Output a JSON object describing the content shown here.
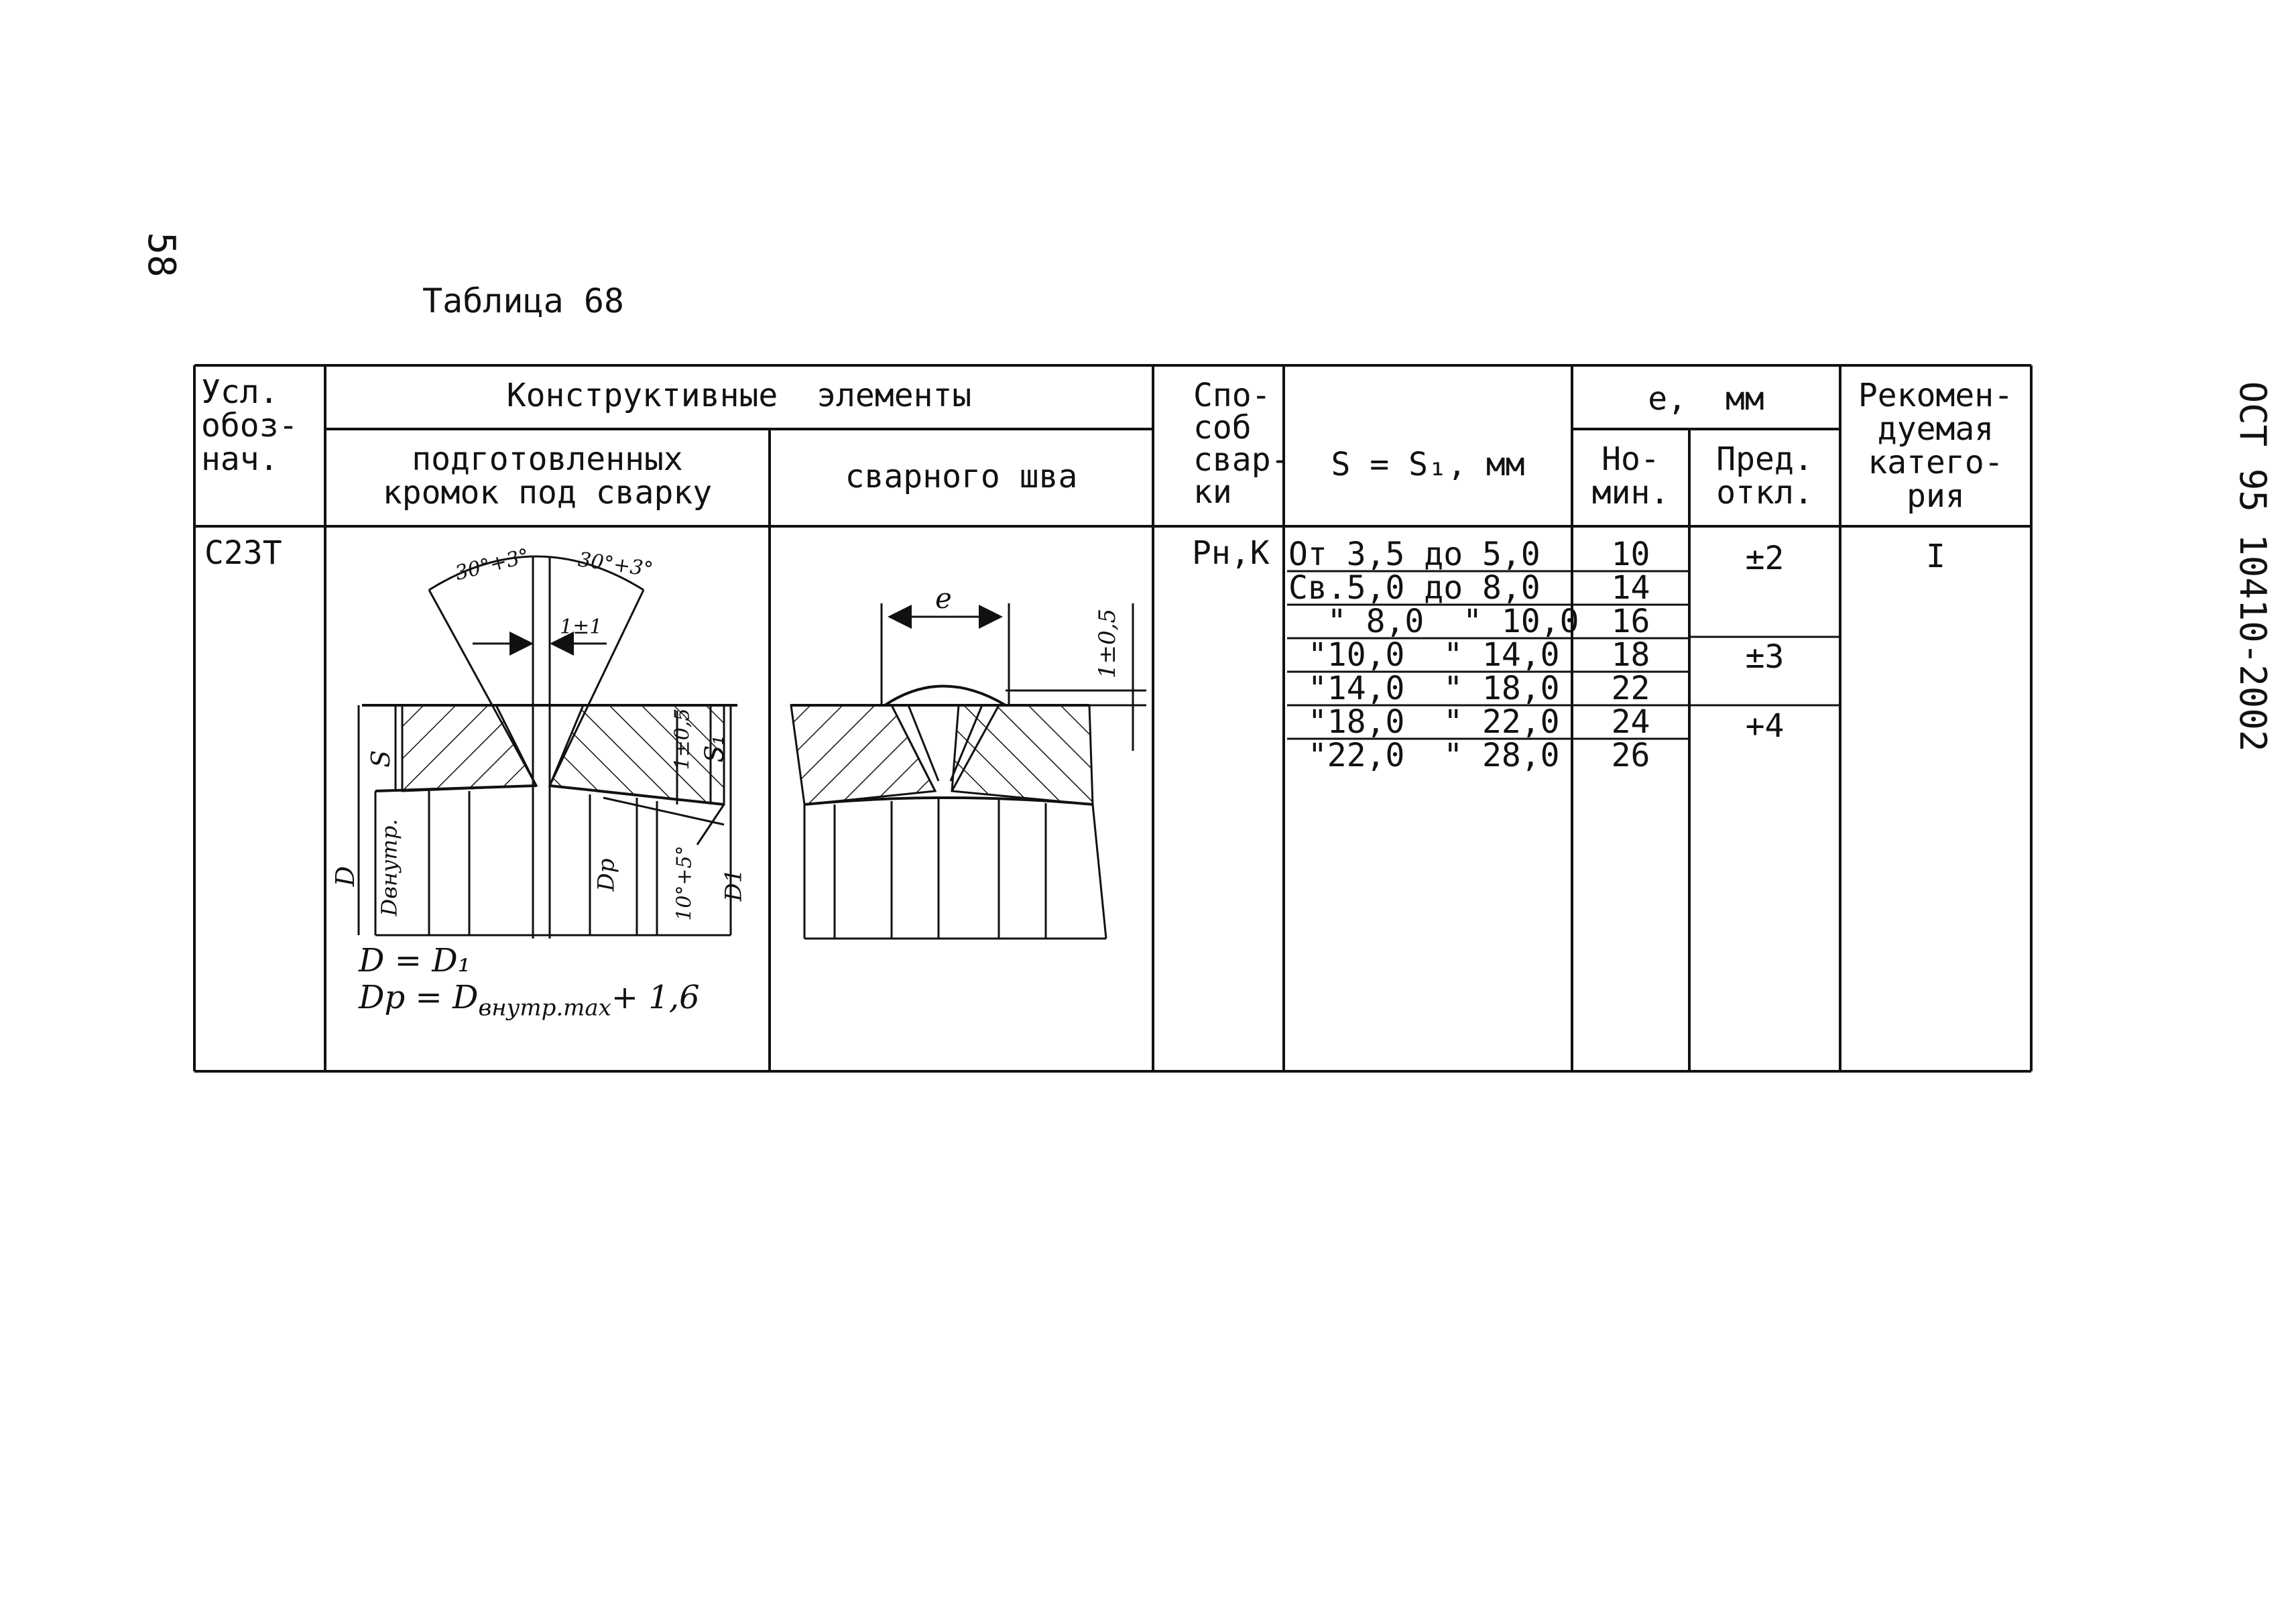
{
  "page_number": "58",
  "doc_code": "ОСТ 95 10410-2002",
  "table_title": "Таблица 68",
  "headers": {
    "designation": [
      "Усл.",
      "обоз-",
      "нач."
    ],
    "constructive": "Конструктивные  элементы",
    "prepared_edges": [
      "подготовленных",
      "кромок под сварку"
    ],
    "weld": "сварного шва",
    "method": [
      "Спо-",
      "соб",
      "свар-",
      "ки"
    ],
    "thickness": "S = S₁, мм",
    "e_header": "e,  мм",
    "nominal": [
      "Но-",
      "мин."
    ],
    "tolerance": [
      "Пред.",
      "откл."
    ],
    "category": [
      "Рекомен-",
      "дуемая",
      "катего-",
      "рия"
    ]
  },
  "row": {
    "designation": "С23Т",
    "method": "Рн,К",
    "category": "I",
    "thickness_ranges": [
      "От 3,5 до 5,0",
      "Св.5,0 до 8,0",
      "  \" 8,0  \" 10,0",
      " \"10,0  \" 14,0",
      " \"14,0  \" 18,0",
      " \"18,0  \" 22,0",
      " \"22,0  \" 28,0"
    ],
    "nominal_values": [
      "10",
      "14",
      "16",
      "18",
      "22",
      "24",
      "26"
    ],
    "tolerances": [
      "±2",
      "±3",
      "+4"
    ]
  },
  "drawing_labels": {
    "angle_left": "30°+3°",
    "angle_right": "30°+3°",
    "gap": "1±1",
    "root_face": "1±0,5",
    "s": "S",
    "s1": "S₁",
    "d": "D",
    "d_inner": "Dвнутр.",
    "d_p": "Dр",
    "d1": "D1",
    "taper": "10°+5°",
    "weld_width": "e",
    "reinforcement": "1±0,5",
    "formula_1": "D = D₁",
    "formula_2_left": "Dр = D",
    "formula_2_sub": "внутр.max",
    "formula_2_right": "+ 1,6"
  }
}
